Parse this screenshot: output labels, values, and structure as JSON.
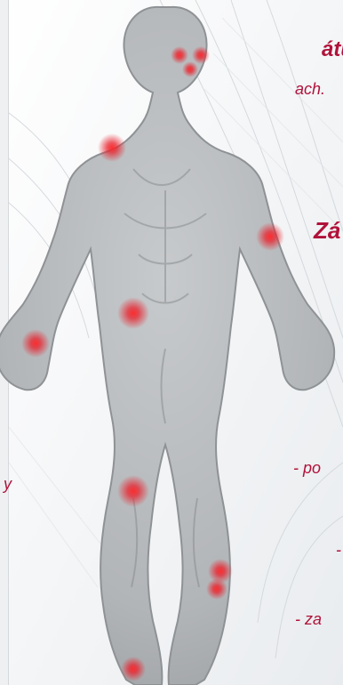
{
  "labels": {
    "title_left": "átu",
    "text_left": "ach.",
    "fragment_left_y": "y",
    "title_right": "Zá",
    "text_po": "- po",
    "dash": "-",
    "text_za": "- za"
  },
  "colors": {
    "text_accent": "#b0123a",
    "body": "#b9bcbf",
    "body_shade": "#8e9194",
    "pain": "#e8222d"
  },
  "icons": {
    "figure": "human-body-silhouette",
    "pain_point": "pain-point-glow"
  }
}
